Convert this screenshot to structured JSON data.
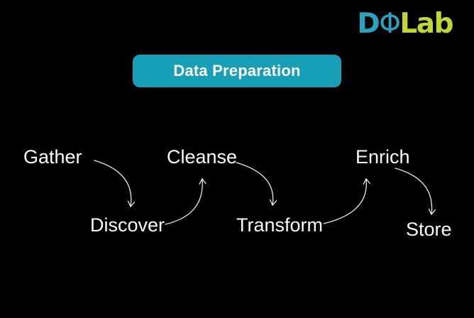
{
  "logo": {
    "name": "DQLab",
    "d": "D",
    "phi": "Φ",
    "lab": "Lab",
    "teal_color": "#2AA4BE",
    "lime_color": "#BFD732"
  },
  "banner": {
    "label": "Data Preparation",
    "background_color": "#169FB6",
    "text_color": "#FFFFFF"
  },
  "flow": {
    "steps": [
      "Gather",
      "Discover",
      "Cleanse",
      "Transform",
      "Enrich",
      "Store"
    ],
    "connections": [
      {
        "from": "Gather",
        "to": "Discover"
      },
      {
        "from": "Discover",
        "to": "Cleanse"
      },
      {
        "from": "Cleanse",
        "to": "Transform"
      },
      {
        "from": "Transform",
        "to": "Enrich"
      },
      {
        "from": "Enrich",
        "to": "Store"
      }
    ]
  },
  "colors": {
    "background": "#000000",
    "step_text": "#FAFAFA",
    "arrow": "#E8E8E8"
  }
}
